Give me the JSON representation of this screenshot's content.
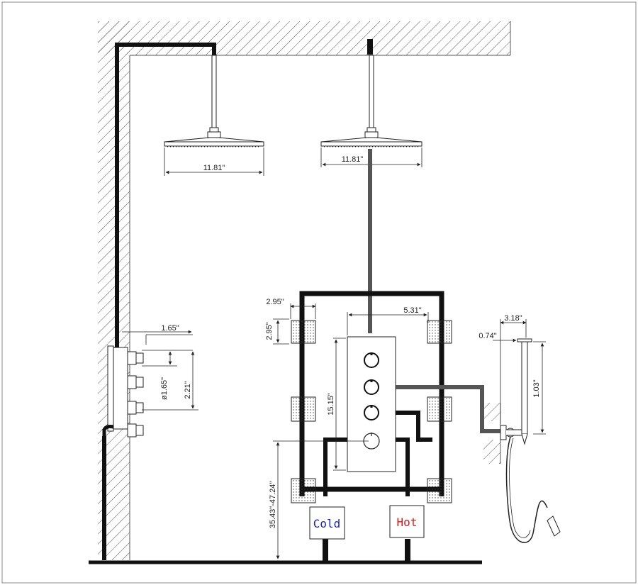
{
  "diagram": {
    "colors": {
      "pipe": "#111111",
      "line": "#222222",
      "hatch": "#555555",
      "cold": "#1a23c9",
      "hot": "#d11a1a",
      "frame": "#888888"
    },
    "dimensions": {
      "shower_head_left": "11.81\"",
      "shower_head_right": "11.81\"",
      "jet_width": "2.95\"",
      "jet_height": "2.95\"",
      "panel_width": "5.31\"",
      "side_depth": "1.65\"",
      "knob_diameter": "ø1.65\"",
      "side_height": "2.21\"",
      "panel_height": "15.15\"",
      "install_height": "35.43\"-47.24\"",
      "hand_width": "3.18\"",
      "hand_offset": "0.74\"",
      "hand_height": "1.03\""
    },
    "labels": {
      "cold": "Cold",
      "hot": "Hot"
    },
    "icons": {
      "jet": "square-body-jet-icon",
      "knob": "valve-knob-icon",
      "head": "rain-shower-head-icon",
      "handheld": "handheld-shower-icon"
    }
  }
}
